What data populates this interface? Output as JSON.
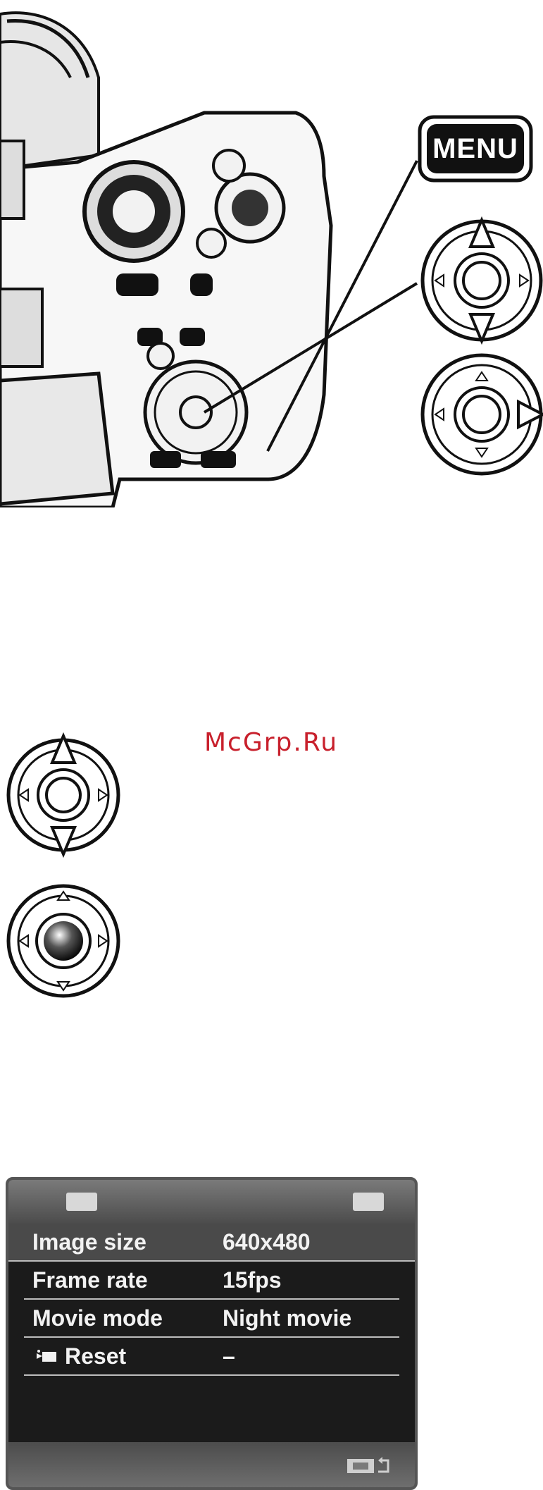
{
  "illustration": {
    "menu_button_label": "MENU"
  },
  "watermark": "McGrp.Ru",
  "movie_menu": {
    "tab_icons": [
      "movie-tab-icon",
      "setup-tab-icon"
    ],
    "rows": [
      {
        "label": "Image size",
        "value": "640x480"
      },
      {
        "label": "Frame rate",
        "value": "15fps"
      },
      {
        "label": "Movie mode",
        "value": "Night movie"
      },
      {
        "label": "Reset",
        "value": "–"
      }
    ],
    "footer_icon": "return-icon"
  }
}
